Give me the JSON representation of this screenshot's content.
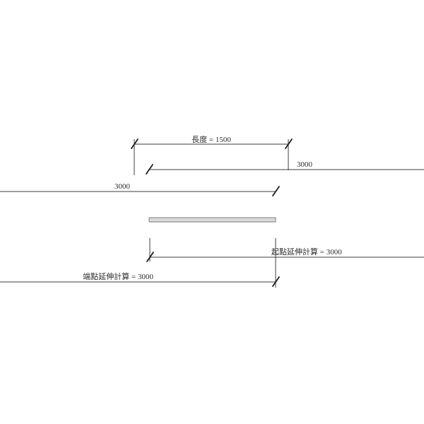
{
  "title": "beam-extension-dimension-drawing",
  "colors": {
    "background": "#ffffff",
    "line": "#3d3d3d",
    "tick": "#1c1c1c",
    "text": "#2e2e2e",
    "beam_fill": "#dadada",
    "beam_stroke": "#7e7e7e"
  },
  "labels": {
    "length": "長度 = 1500",
    "upper_offset": "3000",
    "lower_offset": "3000",
    "start_extension": "起點延伸計算 = 3000",
    "end_extension": "端點延伸計算 = 3000"
  }
}
